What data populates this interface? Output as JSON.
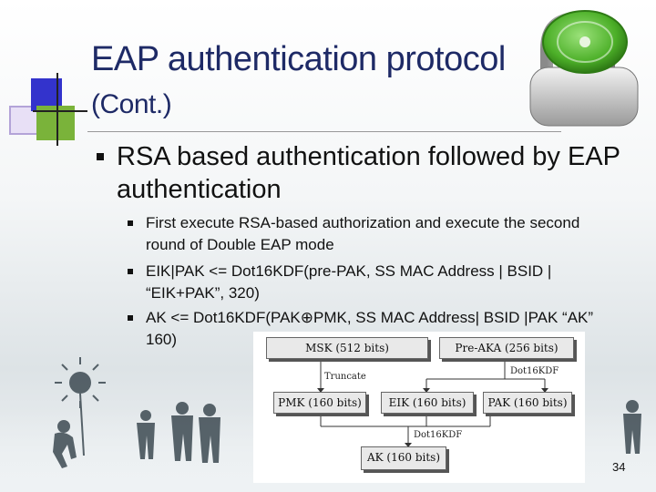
{
  "slide": {
    "title_line1": "EAP authentication protocol",
    "title_line2": "(Cont.)",
    "bullet_main": "RSA based authentication followed by EAP authentication",
    "sub_bullets": [
      "First execute RSA-based authorization and execute the second round of Double EAP mode",
      "EIK|PAK <= Dot16KDF(pre-PAK, SS MAC Address | BSID | “EIK+PAK”, 320)",
      "AK <= Dot16KDF(PAK⊕PMK, SS MAC Address| BSID |PAK “AK” 160)"
    ],
    "page_number": "34"
  },
  "diagram": {
    "msk": "MSK (512 bits)",
    "pre_aka": "Pre-AKA (256 bits)",
    "truncate": "Truncate",
    "dot16kdf_top": "Dot16KDF",
    "pmk": "PMK (160 bits)",
    "eik": "EIK (160 bits)",
    "pak": "PAK (160 bits)",
    "dot16kdf_bottom": "Dot16KDF",
    "ak": "AK (160 bits)"
  },
  "colors": {
    "title": "#1e2a66",
    "lock_dial": "#4caf28",
    "deco_blue": "#3333cc",
    "deco_green": "#7ab33a"
  }
}
